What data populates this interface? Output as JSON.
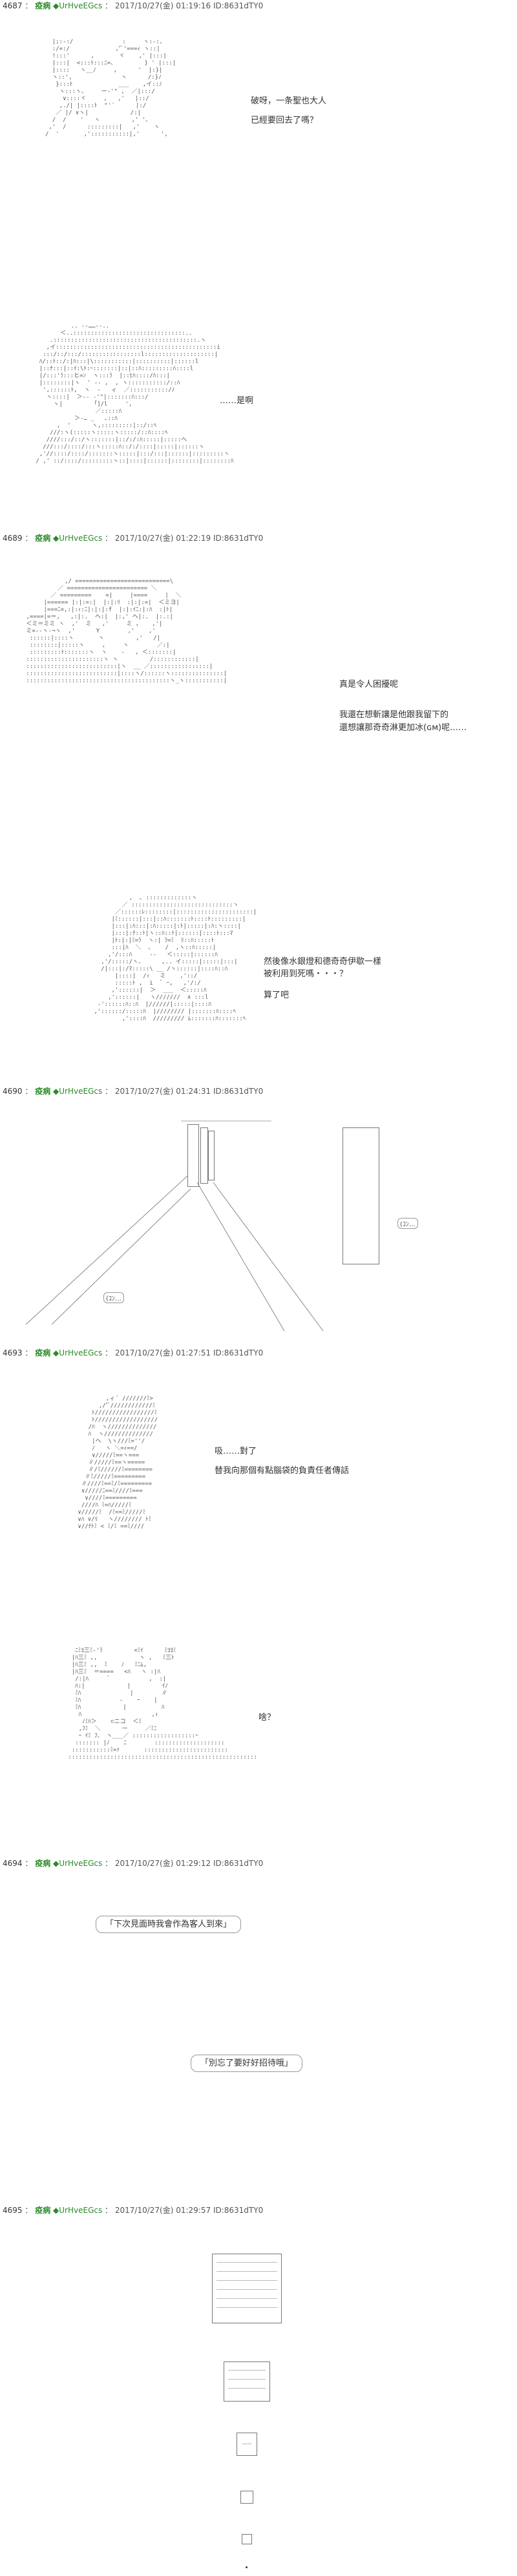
{
  "posts": [
    {
      "num": "4687",
      "poster": "疫病",
      "trip": "◆UrHveEGcs",
      "date": "2017/10/27(金) 01:19:16",
      "id": "ID:8631dTY0"
    },
    {
      "num": "4689",
      "poster": "疫病",
      "trip": "◆UrHveEGcs",
      "date": "2017/10/27(金) 01:22:19",
      "id": "ID:8631dTY0"
    },
    {
      "num": "4690",
      "poster": "疫病",
      "trip": "◆UrHveEGcs",
      "date": "2017/10/27(金) 01:24:31",
      "id": "ID:8631dTY0"
    },
    {
      "num": "4693",
      "poster": "疫病",
      "trip": "◆UrHveEGcs",
      "date": "2017/10/27(金) 01:27:51",
      "id": "ID:8631dTY0"
    },
    {
      "num": "4694",
      "poster": "疫病",
      "trip": "◆UrHveEGcs",
      "date": "2017/10/27(金) 01:29:12",
      "id": "ID:8631dTY0"
    },
    {
      "num": "4695",
      "poster": "疫病",
      "trip": "◆UrHveEGcs",
      "date": "2017/10/27(金) 01:29:57",
      "id": "ID:8631dTY0"
    }
  ],
  "dialogs": {
    "d1a": "破呀，一条聖也大人",
    "d1b": "已經要回去了嗎？",
    "d2": "……是啊",
    "d3a": "真是令人困擾呢",
    "d3b": "我還在想斬讓是他跟我留下的",
    "d3c": "還想讓那奇奇淋更加冰(ɢᴍ)呢……",
    "d4a": "然後像水銀燈和德奇奇伊歇一樣",
    "d4b": "被利用到死嗎・・・？",
    "d5": "算了吧",
    "d6a": "吸……對了",
    "d6b": "替我向那個有點腦袋的負責任者傳話",
    "d7": "啥？",
    "d8": "「下次見面時我會作為客人到來」",
    "d9": "「別忘了要好好招待哦」"
  },
  "sfx": {
    "s1": "(ｺﾝ…",
    "s2": "(ｺﾝ…"
  }
}
